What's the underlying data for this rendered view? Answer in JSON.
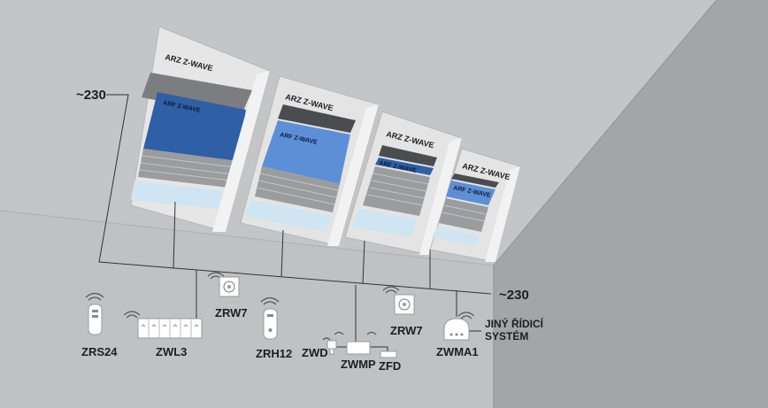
{
  "voltage_top": "~230",
  "voltage_right": "~230",
  "windows": [
    {
      "label": "ARZ Z-WAVE",
      "blind": "ARF Z-WAVE"
    },
    {
      "label": "ARZ Z-WAVE",
      "blind": "ARF Z-WAVE"
    },
    {
      "label": "ARZ Z-WAVE",
      "blind": "ARF Z-WAVE"
    },
    {
      "label": "ARZ Z-WAVE",
      "blind": "ARF Z-WAVE"
    }
  ],
  "devices": {
    "zrs24": "ZRS24",
    "zwl3": "ZWL3",
    "zrw7_left": "ZRW7",
    "zrh12": "ZRH12",
    "zwd": "ZWD",
    "zwmp": "ZWMP",
    "zfd": "ZFD",
    "zrw7_right": "ZRW7",
    "zwma1": "ZWMA1",
    "other_line1": "JINÝ ŘÍDICÍ",
    "other_line2": "SYSTÉM"
  },
  "colors": {
    "wall_left": "#c9cacc",
    "ceiling": "#c4c5c7",
    "right_wall": "#a4a5a7",
    "blind_blue": "#2f5fa5",
    "blind_light": "#5d8fd6",
    "frame": "#e2e2e2"
  }
}
